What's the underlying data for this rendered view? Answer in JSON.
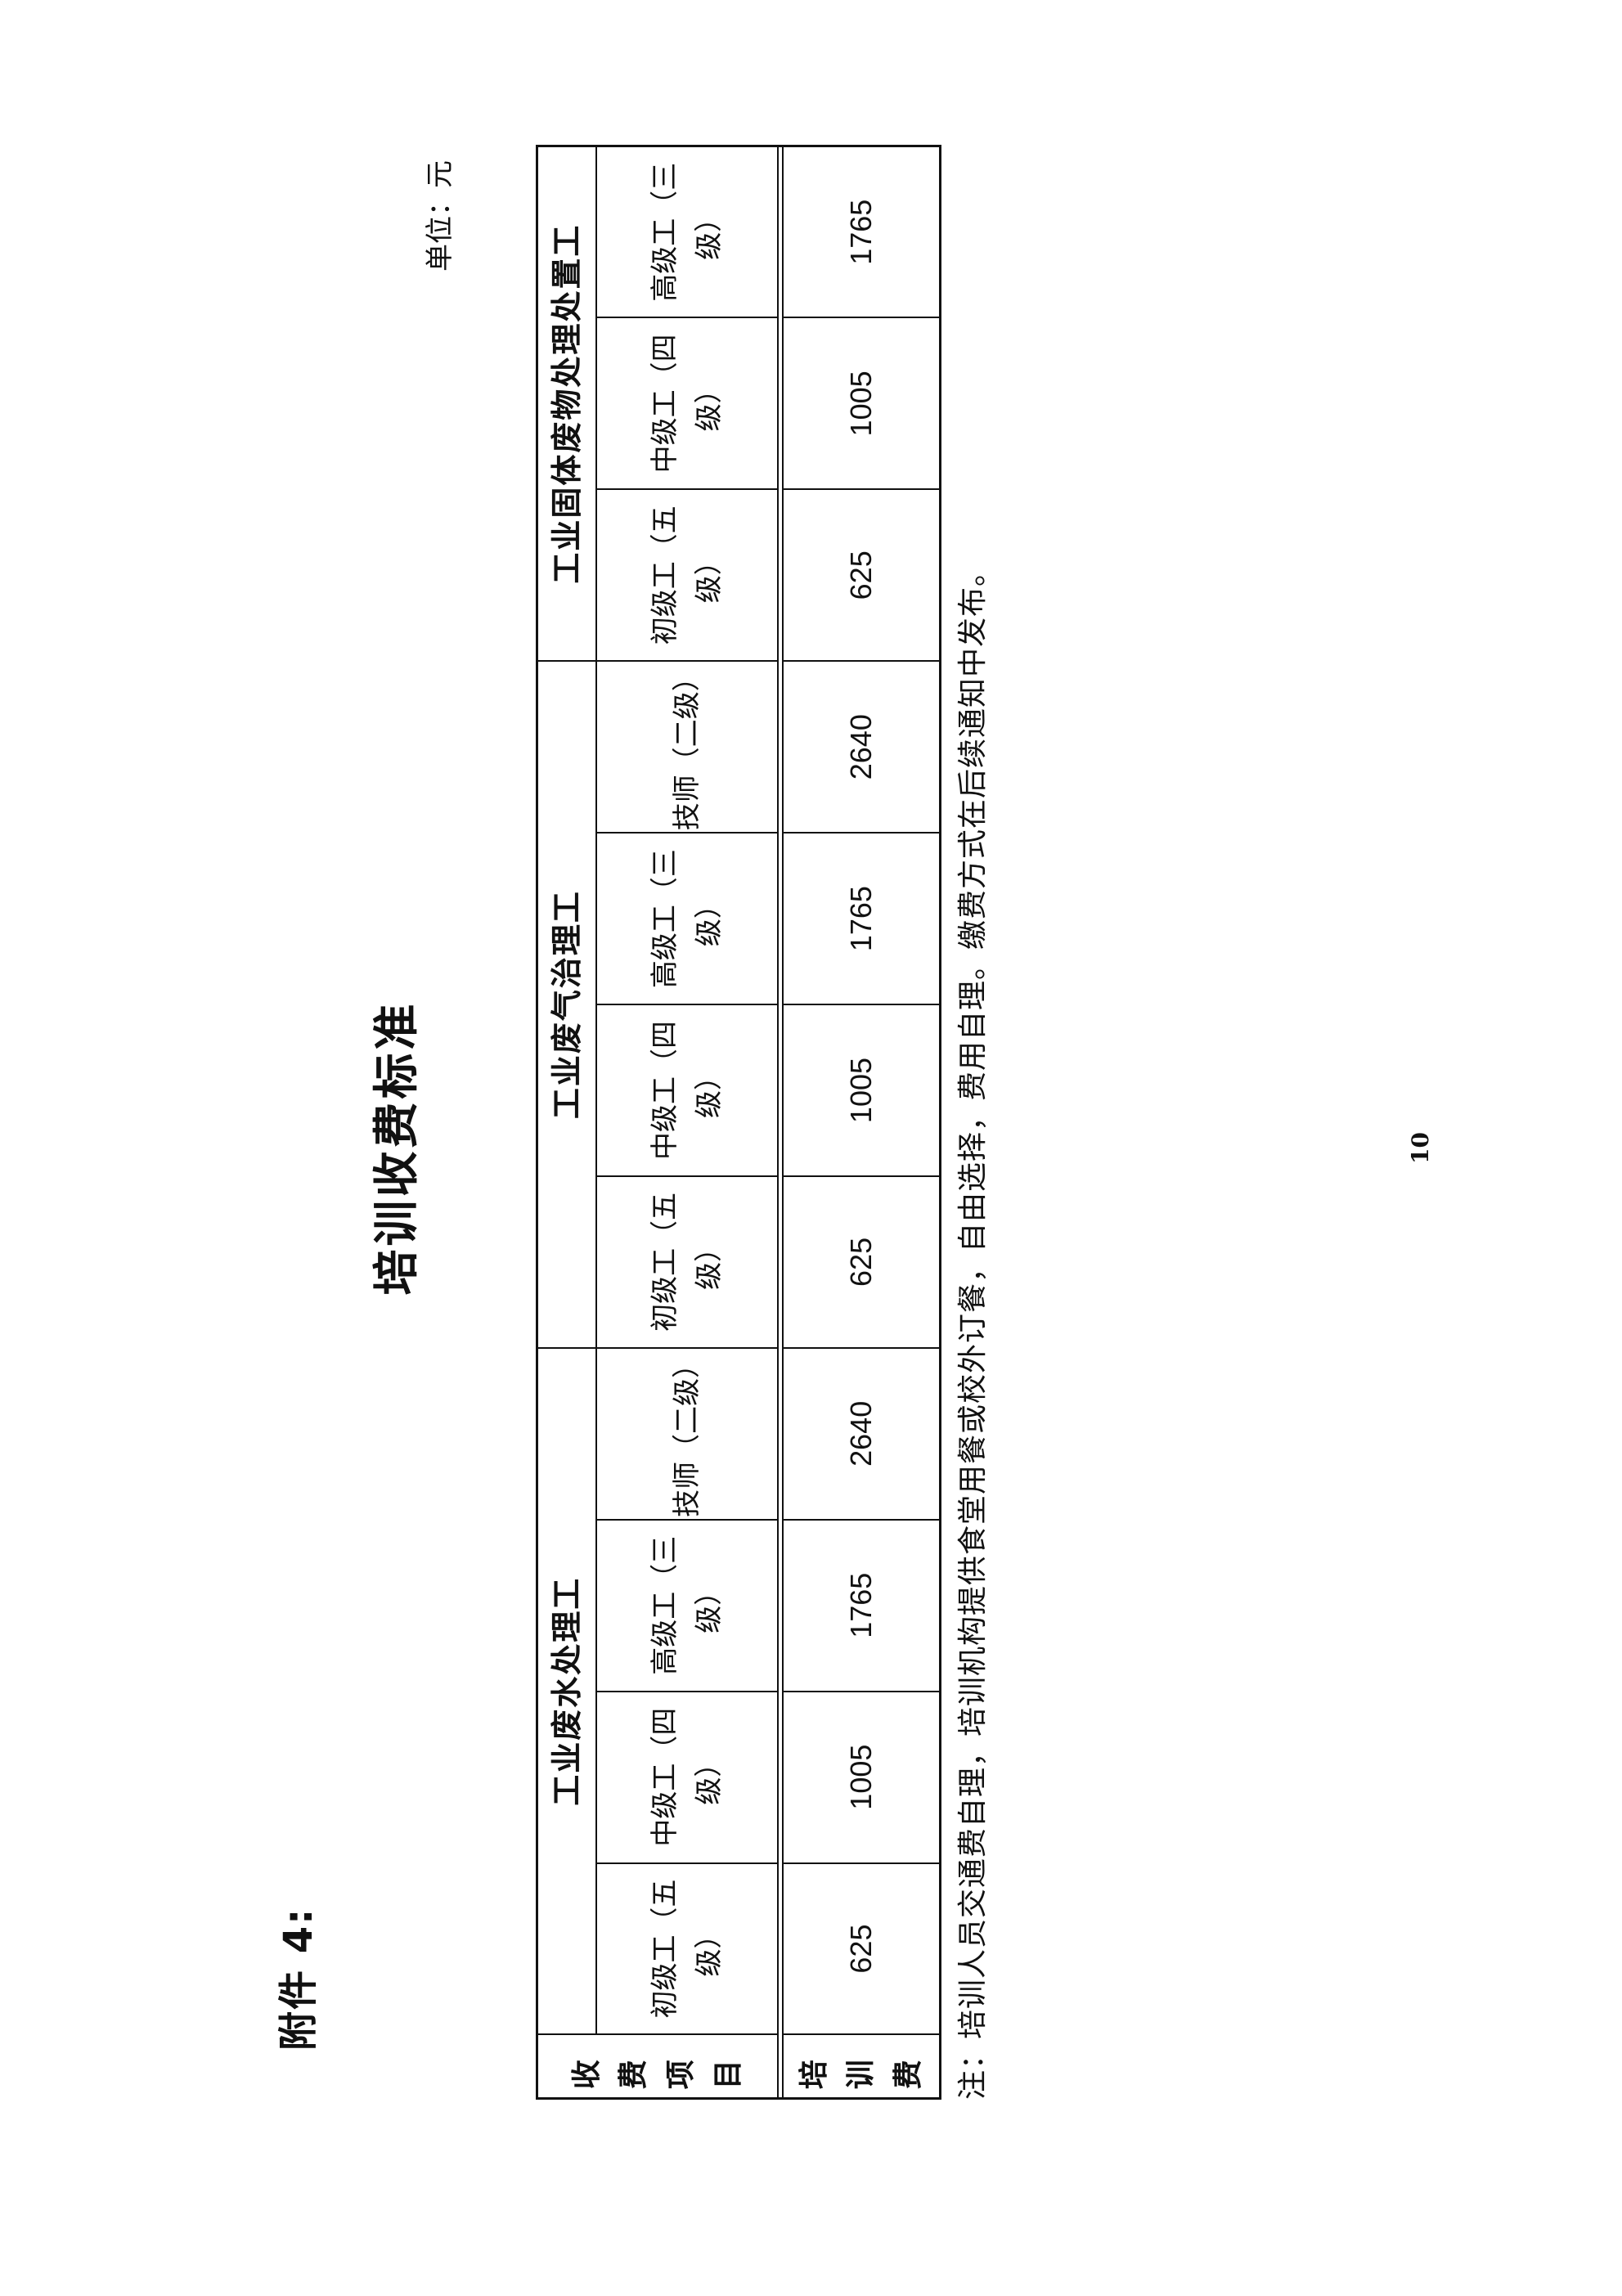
{
  "attachment_label": "附件 4:",
  "title": "培训收费标准",
  "unit": "单位：元",
  "table": {
    "corner_label": "收费项目",
    "fee_row_label": "培训费",
    "groups": [
      {
        "name": "工业废水处理工",
        "levels": [
          {
            "label": "初级工（五级）",
            "fee": "625"
          },
          {
            "label": "中级工（四级）",
            "fee": "1005"
          },
          {
            "label": "高级工（三级）",
            "fee": "1765"
          },
          {
            "label": "技师（二级）",
            "fee": "2640"
          }
        ]
      },
      {
        "name": "工业废气治理工",
        "levels": [
          {
            "label": "初级工（五级）",
            "fee": "625"
          },
          {
            "label": "中级工（四级）",
            "fee": "1005"
          },
          {
            "label": "高级工（三级）",
            "fee": "1765"
          },
          {
            "label": "技师（二级）",
            "fee": "2640"
          }
        ]
      },
      {
        "name": "工业固体废物处理处置工",
        "levels": [
          {
            "label": "初级工（五级）",
            "fee": "625"
          },
          {
            "label": "中级工（四级）",
            "fee": "1005"
          },
          {
            "label": "高级工（三级）",
            "fee": "1765"
          }
        ]
      }
    ]
  },
  "note": "注：培训人员交通费自理，培训机构提供食堂用餐或校外订餐，自由选择，费用自理。缴费方式在后续通知中发布。",
  "page_number": "10"
}
